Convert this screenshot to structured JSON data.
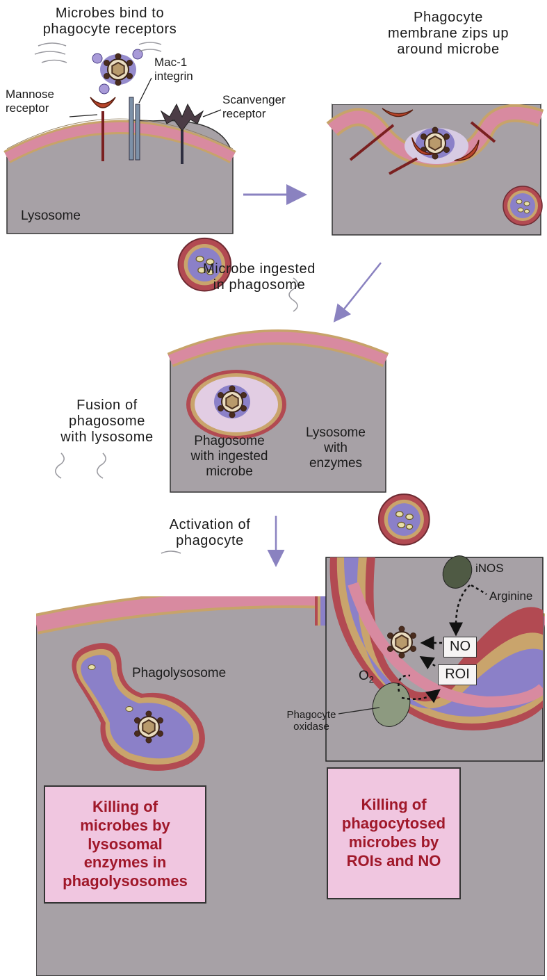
{
  "panel1": {
    "title": "Microbes bind to\nphagocyte receptors",
    "mannose_receptor": "Mannose\nreceptor",
    "mac1_integrin": "Mac-1\nintegrin",
    "scavenger_receptor": "Scanvenger\nreceptor",
    "lysosome": "Lysosome"
  },
  "panel2": {
    "title": "Phagocyte\nmembrane zips up\naround microbe"
  },
  "step3": {
    "label": "Microbe ingested\nin phagosome"
  },
  "panel3": {
    "side_label": "Fusion of\nphagosome\nwith lysosome",
    "phagosome": "Phagosome\nwith ingested\nmicrobe",
    "lysosome": "Lysosome\nwith\nenzymes"
  },
  "step4": {
    "label": "Activation of\nphagocyte"
  },
  "panel4": {
    "phagolysosome": "Phagolysosome",
    "killing_lysosomal": "Killing of\nmicrobes by\nlysosomal\nenzymes in\nphagolysosomes",
    "inos": "iNOS",
    "arginine": "Arginine",
    "no": "NO",
    "roi": "ROI",
    "o2_main": "O",
    "o2_sub": "2",
    "phagocyte_oxidase": "Phagocyte\noxidase",
    "killing_roi": "Killing of\nphagocytosed\nmicrobes by\nROIs and NO"
  },
  "colors": {
    "cytoplasm": "#a7a1a6",
    "membrane_pink": "#d88aa0",
    "membrane_tan": "#c7a36a",
    "vesicle_fill": "#8b80c8",
    "text_red": "#a0182a",
    "box_pink": "#f0c6e0",
    "arrow": "#8a82c0"
  }
}
